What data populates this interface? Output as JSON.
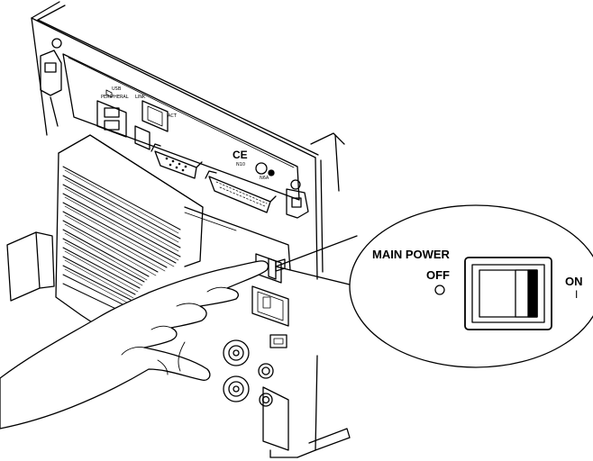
{
  "callout": {
    "main_power": "MAIN  POWER",
    "off": "OFF",
    "on": "ON",
    "on_symbol": "I"
  },
  "panel": {
    "usb": "USB",
    "peripheral": "PERIPHERAL",
    "link": "LINK",
    "act": "ACT",
    "ce": "CE",
    "ce_sub": "N10",
    "c_mark": "C",
    "c_sub": "N6A"
  },
  "icons": [
    "hand-icon",
    "power-switch-icon",
    "bnc-connector-icon",
    "usb-port-icon",
    "ethernet-port-icon",
    "serial-port-icon",
    "gpib-port-icon",
    "power-inlet-icon"
  ]
}
